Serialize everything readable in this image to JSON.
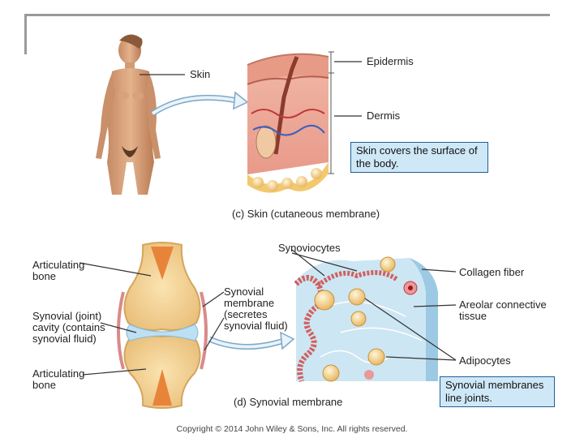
{
  "skin_panel": {
    "label_skin": "Skin",
    "label_epidermis": "Epidermis",
    "label_dermis": "Dermis",
    "callout": "Skin covers the surface of the body.",
    "caption": "(c)  Skin (cutaneous membrane)"
  },
  "synovial_panel": {
    "label_articulating_top": "Articulating bone",
    "label_cavity": "Synovial (joint) cavity (contains synovial fluid)",
    "label_articulating_bottom": "Articulating bone",
    "label_synovial_membrane": "Synovial membrane (secretes synovial fluid)",
    "label_synoviocytes": "Synoviocytes",
    "label_collagen": "Collagen fiber",
    "label_areolar": "Areolar connective tissue",
    "label_adipocytes": "Adipocytes",
    "callout": "Synovial membranes line joints.",
    "caption": "(d)  Synovial membrane"
  },
  "footer": {
    "copyright": "Copyright © 2014 John Wiley & Sons, Inc. All rights reserved."
  },
  "colors": {
    "callout_fill": "#cfe8f7",
    "callout_border": "#1f5f99",
    "frame": "#9a9a9a"
  }
}
